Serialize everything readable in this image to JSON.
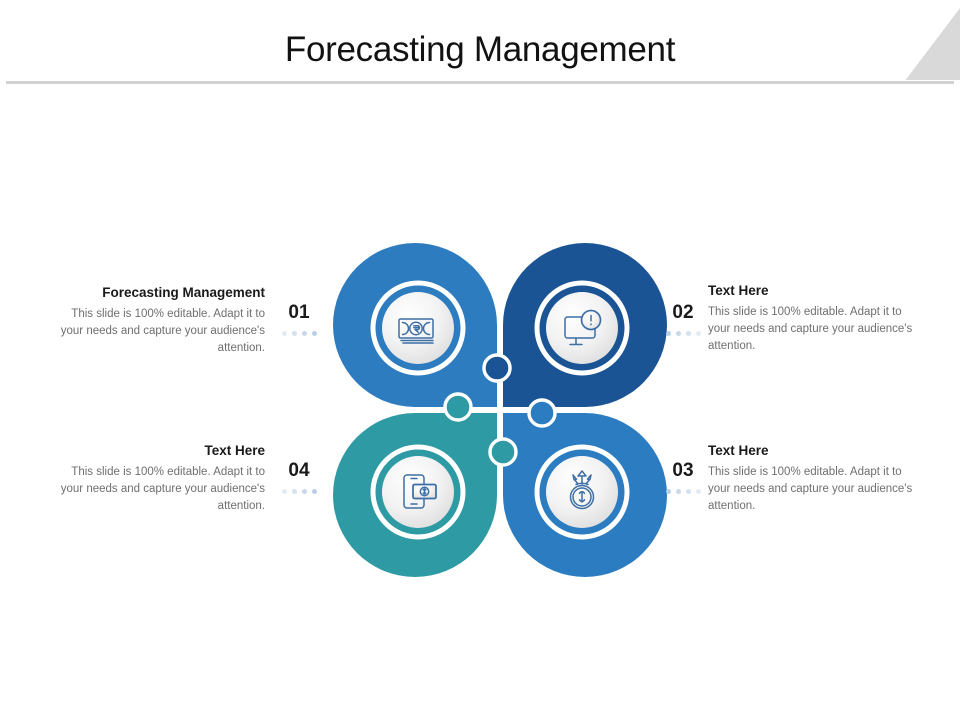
{
  "slide": {
    "title": "Forecasting Management",
    "accent_colors": {
      "piece_01": "#2C7CBF",
      "piece_02": "#1A5494",
      "piece_03": "#2B7CC0",
      "piece_04": "#2E9AA3",
      "header_rule": "#d2d2d2",
      "corner_accent": "#d9d9d9",
      "number_text": "#1a1a1a",
      "body_text": "#6f6f6f",
      "dot": "#cfdced"
    }
  },
  "blocks": [
    {
      "number": "01",
      "heading": "Forecasting Management",
      "body": "This slide is 100% editable. Adapt it to your needs and capture your audience's attention.",
      "icon": "banknote-rupee-icon",
      "color": "#2C7CBF"
    },
    {
      "number": "02",
      "heading": "Text Here",
      "body": "This slide is 100% editable. Adapt it to your needs and capture your audience's attention.",
      "icon": "monitor-alert-icon",
      "color": "#1A5494"
    },
    {
      "number": "03",
      "heading": "Text Here",
      "body": "This slide is 100% editable. Adapt it to your needs and capture your audience's attention.",
      "icon": "money-bag-growth-icon",
      "color": "#2B7CC0"
    },
    {
      "number": "04",
      "heading": "Text Here",
      "body": "This slide is 100% editable. Adapt it to your needs and capture your audience's attention.",
      "icon": "mobile-payment-icon",
      "color": "#2E9AA3"
    }
  ]
}
